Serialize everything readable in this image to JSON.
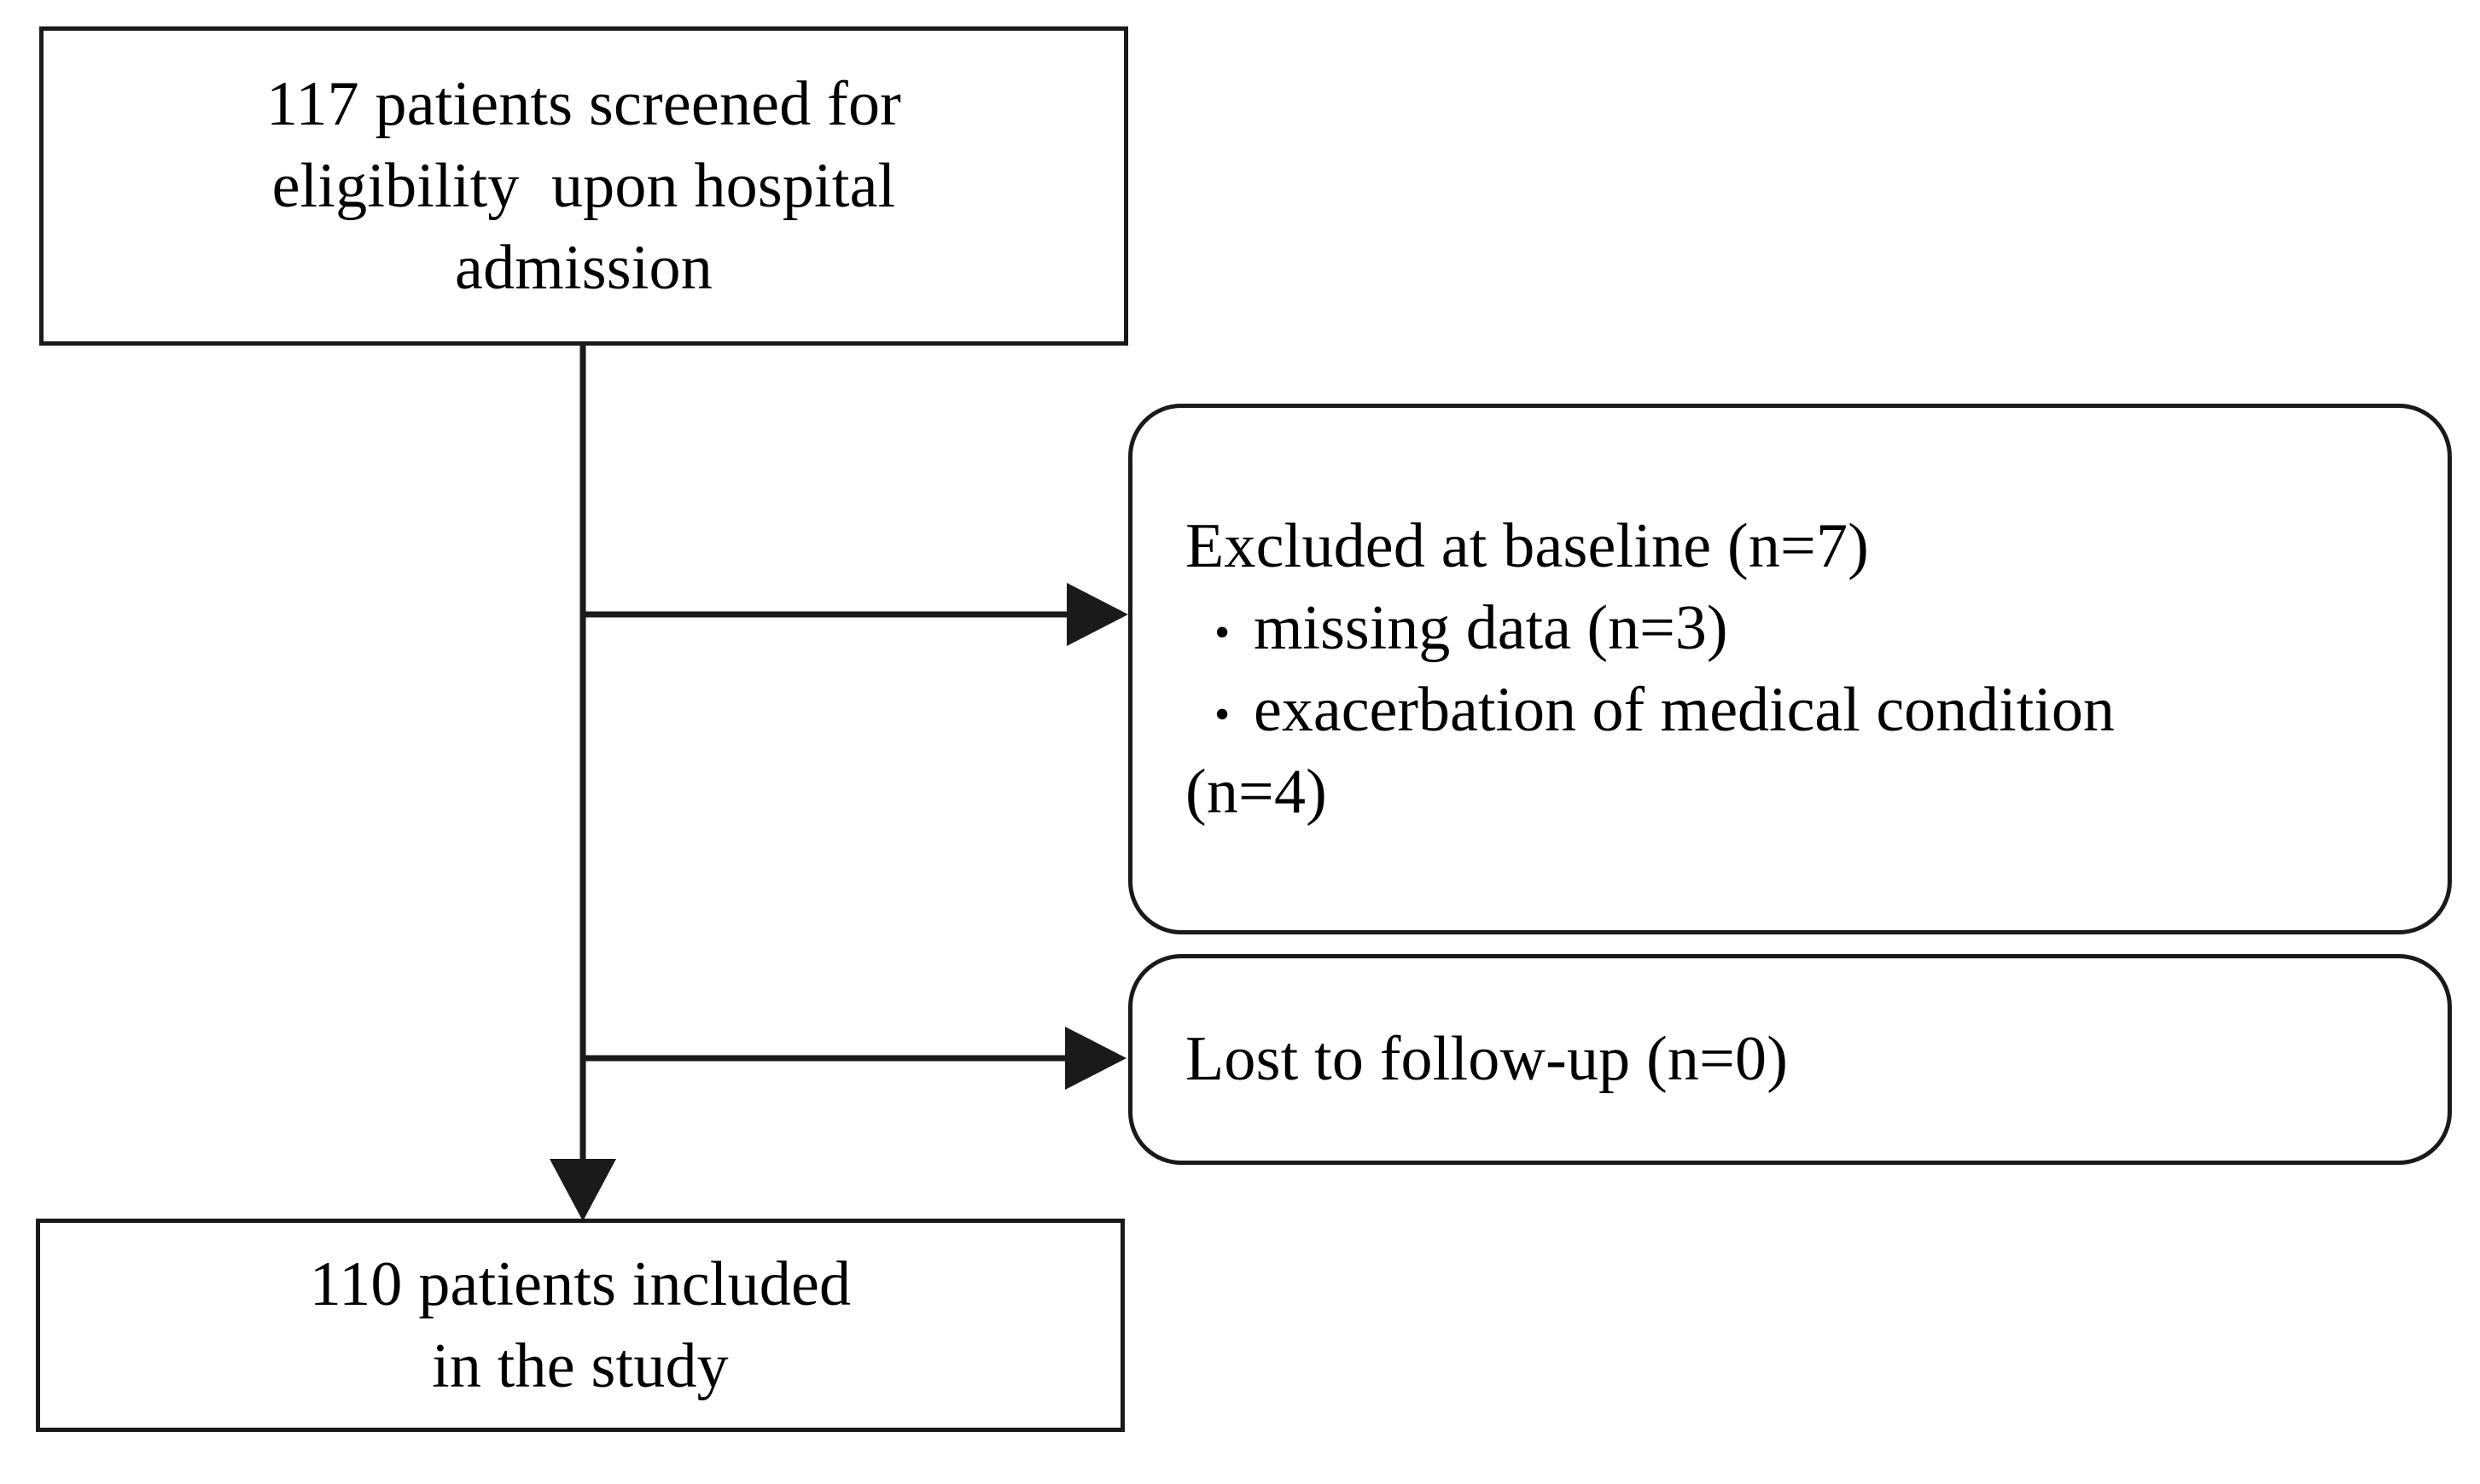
{
  "figure": {
    "type": "flowchart",
    "orientation": "top-to-bottom with right-side exclusion branches",
    "background_color": "#ffffff",
    "line_color": "#1a1a1a",
    "text_color": "#000000"
  },
  "nodes": {
    "screened": {
      "shape": "rectangle",
      "lines": [
        "117 patients screened for",
        "eligibility  upon hospital",
        "admission"
      ]
    },
    "excluded": {
      "shape": "rounded-rectangle",
      "heading": "Excluded at baseline  (n=7)",
      "bullets": [
        "missing data (n=3)",
        "exacerbation of medical  condition"
      ],
      "trailing": "(n=4)",
      "bullet_glyph": "•"
    },
    "lost": {
      "shape": "rounded-rectangle",
      "text": "Lost to follow-up (n=0)"
    },
    "included": {
      "shape": "rectangle",
      "lines": [
        "110 patients included",
        "in the study"
      ]
    }
  },
  "connectors": [
    {
      "name": "screened-to-included",
      "direction": "down",
      "arrowhead": true
    },
    {
      "name": "screened-to-excluded",
      "direction": "right",
      "arrowhead": true
    },
    {
      "name": "screened-to-lost",
      "direction": "right",
      "arrowhead": true
    }
  ]
}
